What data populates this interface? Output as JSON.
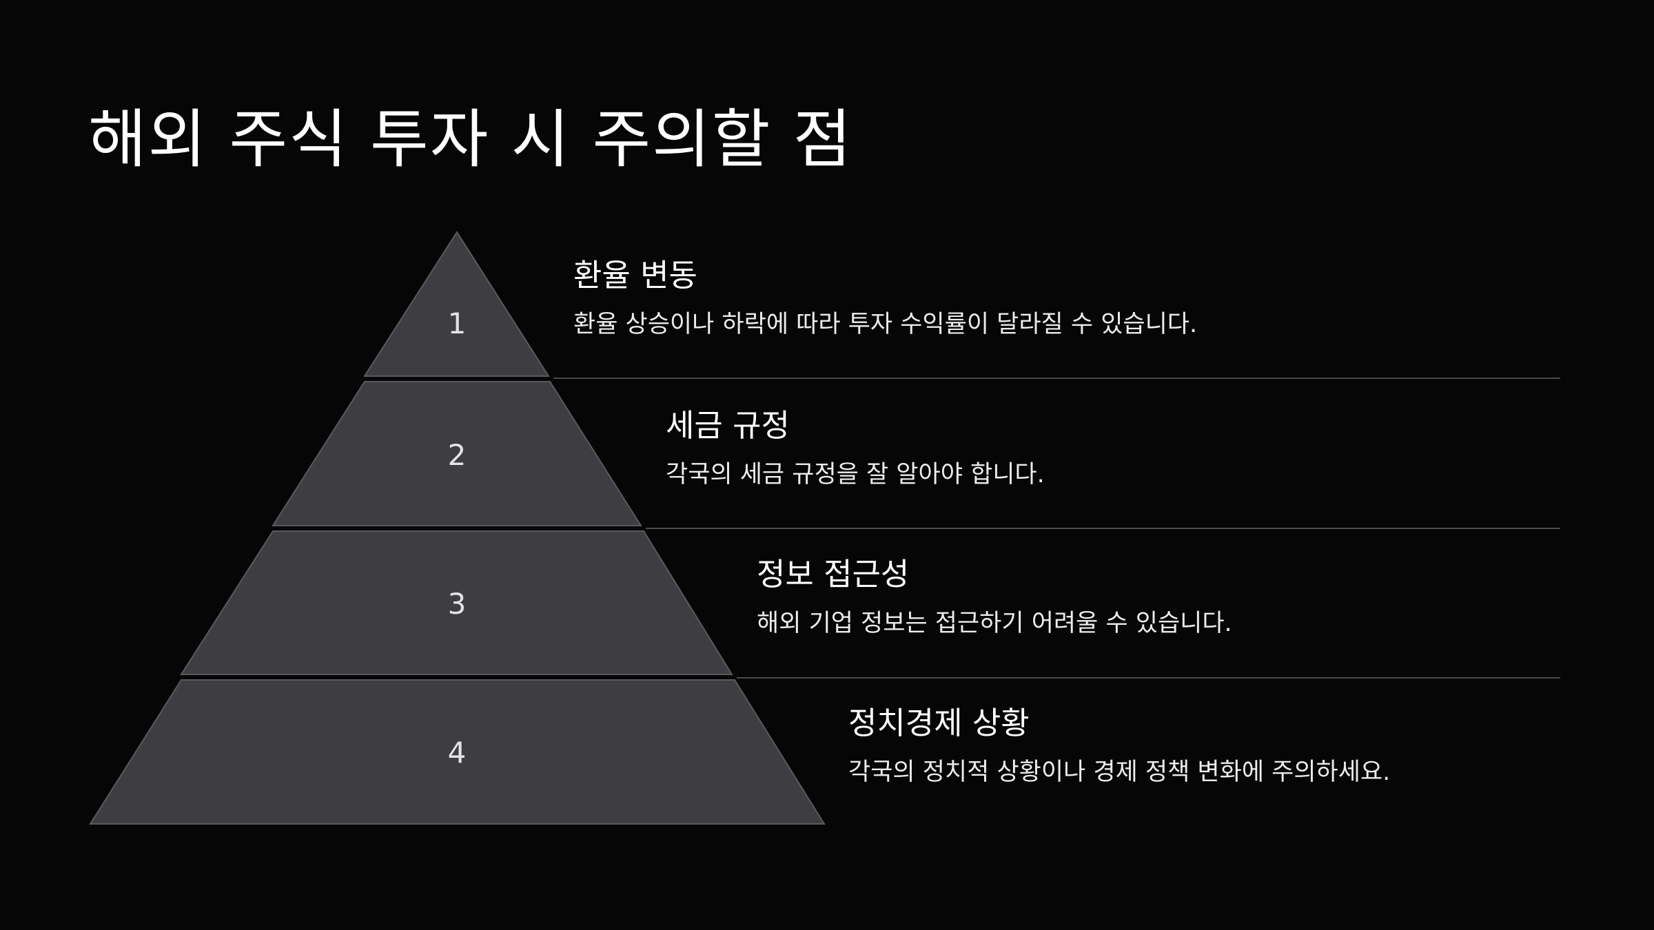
{
  "title": "해외 주식 투자 시 주의할 점",
  "colors": {
    "background": "#060606",
    "segment_fill": "#3e3e42",
    "segment_stroke": "#5a5a5e",
    "divider": "#4a4a4a",
    "text": "#ffffff"
  },
  "levels": [
    {
      "number": "1",
      "heading": "환율 변동",
      "description": "환율 상승이나 하락에 따라 투자 수익률이 달라질 수 있습니다."
    },
    {
      "number": "2",
      "heading": "세금 규정",
      "description": "각국의 세금 규정을 잘 알아야 합니다."
    },
    {
      "number": "3",
      "heading": "정보 접근성",
      "description": "해외 기업 정보는 접근하기 어려울 수 있습니다."
    },
    {
      "number": "4",
      "heading": "정치경제 상황",
      "description": "각국의 정치적 상황이나 경제 정책 변화에 주의하세요."
    }
  ]
}
